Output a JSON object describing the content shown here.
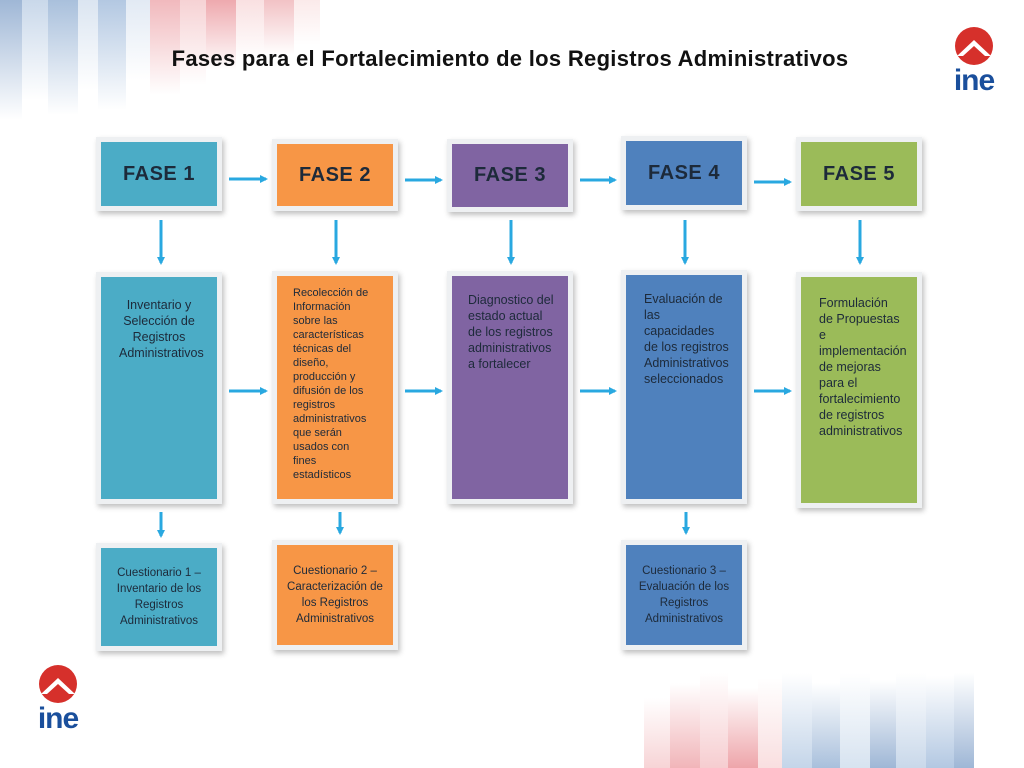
{
  "title": "Fases para el Fortalecimiento de los Registros Administrativos",
  "logo_text": "ine",
  "colors": {
    "fase1": "#4bacc6",
    "fase2": "#f79646",
    "fase3": "#8064a2",
    "fase4": "#4f81bd",
    "fase5": "#9bbb59",
    "arrow": "#29a8e0",
    "logo_red": "#d6302b",
    "logo_blue": "#1a4f9c"
  },
  "phases": [
    {
      "label": "FASE 1",
      "description": "Inventario y Selección de Registros Administrativos",
      "questionnaire": "Cuestionario 1 – Inventario de los Registros Administrativos"
    },
    {
      "label": "FASE 2",
      "description": "Recolección de Información sobre las características técnicas del diseño, producción y difusión de los registros administrativos que serán usados con fines estadísticos",
      "questionnaire": "Cuestionario 2 – Caracterización de los Registros Administrativos"
    },
    {
      "label": "FASE 3",
      "description": "Diagnostico del estado actual de los registros administrativos a fortalecer"
    },
    {
      "label": "FASE 4",
      "description": "Evaluación de las capacidades de los registros Administrativos seleccionados",
      "questionnaire": "Cuestionario 3 – Evaluación de los Registros Administrativos"
    },
    {
      "label": "FASE 5",
      "description": "Formulación de Propuestas e implementación de mejoras para el fortalecimiento de registros administrativos"
    }
  ]
}
